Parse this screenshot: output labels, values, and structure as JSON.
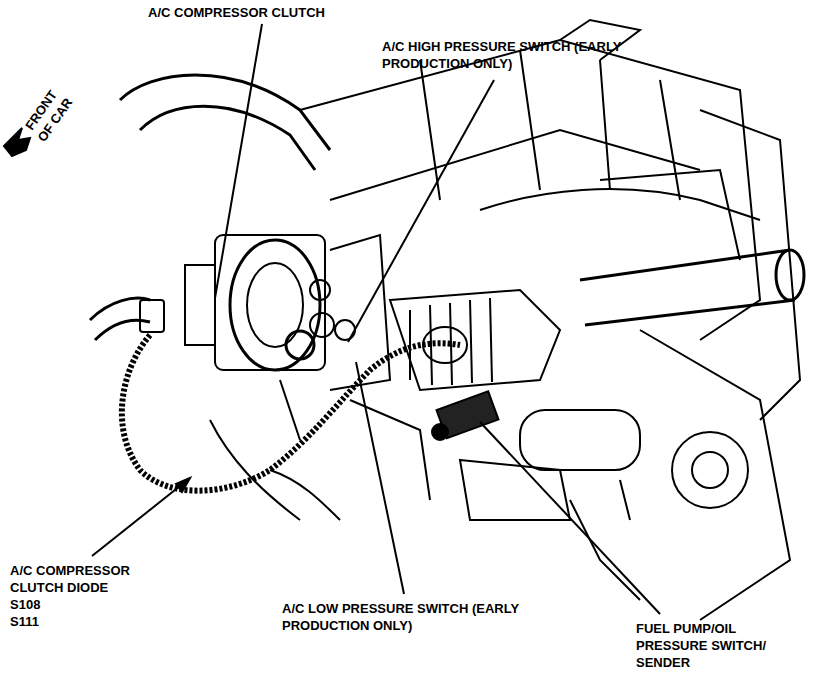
{
  "diagram": {
    "labels": [
      "A/C COMPRESSOR CLUTCH",
      "A/C HIGH PRESSURE SWITCH (EARLY PRODUCTION ONLY)",
      "FRONT OF CAR",
      "A/C COMPRESSOR CLUTCH DIODE",
      "S108",
      "S111",
      "A/C LOW PRESSURE SWITCH (EARLY PRODUCTION ONLY)",
      "FUEL PUMP/OIL PRESSURE SWITCH/ SENDER"
    ]
  }
}
